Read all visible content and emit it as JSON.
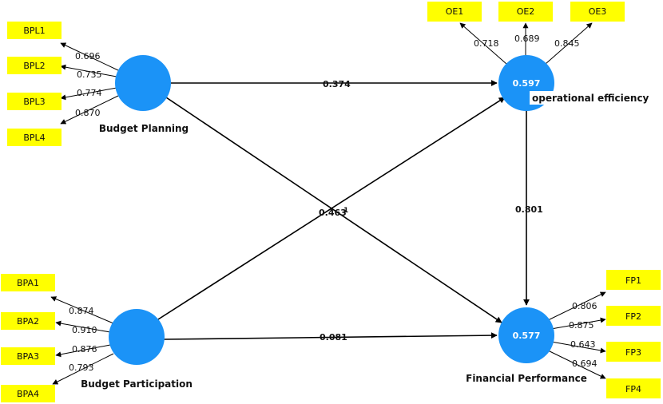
{
  "colors": {
    "construct": "#1b93f7",
    "indicator": "#ffff00",
    "line": "#000000"
  },
  "constructs": {
    "bpl": {
      "name": "Budget Planning",
      "r2": ""
    },
    "bpa": {
      "name": "Budget Participation",
      "r2": ""
    },
    "oe": {
      "name": "operational efficiency",
      "r2": "0.597"
    },
    "fp": {
      "name": "Financial Performance",
      "r2": "0.577"
    }
  },
  "indicators": {
    "bpl": [
      {
        "label": "BPL1",
        "loading": "0.696"
      },
      {
        "label": "BPL2",
        "loading": "0.735"
      },
      {
        "label": "BPL3",
        "loading": "0.774"
      },
      {
        "label": "BPL4",
        "loading": "0.870"
      }
    ],
    "bpa": [
      {
        "label": "BPA1",
        "loading": "0.874"
      },
      {
        "label": "BPA2",
        "loading": "0.910"
      },
      {
        "label": "BPA3",
        "loading": "0.876"
      },
      {
        "label": "BPA4",
        "loading": "0.793"
      }
    ],
    "oe": [
      {
        "label": "OE1",
        "loading": "0.718"
      },
      {
        "label": "OE2",
        "loading": "0.689"
      },
      {
        "label": "OE3",
        "loading": "0.845"
      }
    ],
    "fp": [
      {
        "label": "FP1",
        "loading": "0.806"
      },
      {
        "label": "FP2",
        "loading": "0.875"
      },
      {
        "label": "FP3",
        "loading": "0.643"
      },
      {
        "label": "FP4",
        "loading": "0.694"
      }
    ]
  },
  "paths": {
    "bpl_oe": "0.374",
    "bpl_fp": "0.463",
    "bpa_oe": "1",
    "bpa_fp": "0.081",
    "oe_fp": "0.801"
  }
}
